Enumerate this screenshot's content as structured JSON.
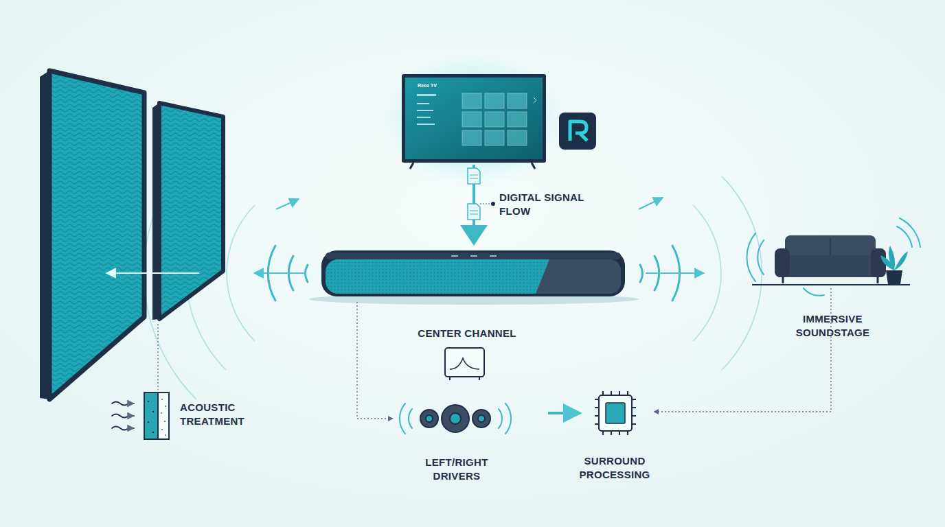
{
  "diagram": {
    "nodes": [
      {
        "text": [
          "Reco TV"
        ]
      }
    ],
    "labels": [
      "DIGITAL SIGNAL FLOW",
      "CENTER CHANNEL",
      "ACOUSTIC TREATMENT",
      "IMMERSIVE SOUNDSTAGE",
      "LEFT/RIGHT DRIVERS",
      "SURROUND PROCESSING"
    ]
  }
}
